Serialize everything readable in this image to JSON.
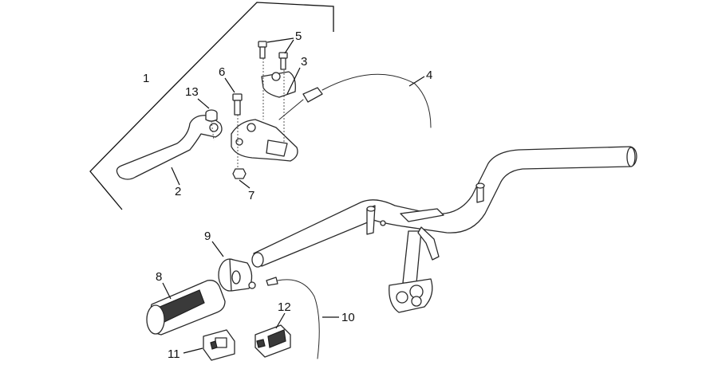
{
  "callouts": [
    {
      "num": "1",
      "part": "lever-assembly"
    },
    {
      "num": "2",
      "part": "lever"
    },
    {
      "num": "3",
      "part": "clamp"
    },
    {
      "num": "4",
      "part": "cable-upper"
    },
    {
      "num": "5",
      "part": "clamp-screws"
    },
    {
      "num": "6",
      "part": "pivot-bolt"
    },
    {
      "num": "7",
      "part": "pivot-nut"
    },
    {
      "num": "8",
      "part": "grip"
    },
    {
      "num": "9",
      "part": "throttle-tube"
    },
    {
      "num": "10",
      "part": "throttle-cable"
    },
    {
      "num": "11",
      "part": "switch-left"
    },
    {
      "num": "12",
      "part": "switch-right"
    },
    {
      "num": "13",
      "part": "pivot-collar"
    }
  ]
}
